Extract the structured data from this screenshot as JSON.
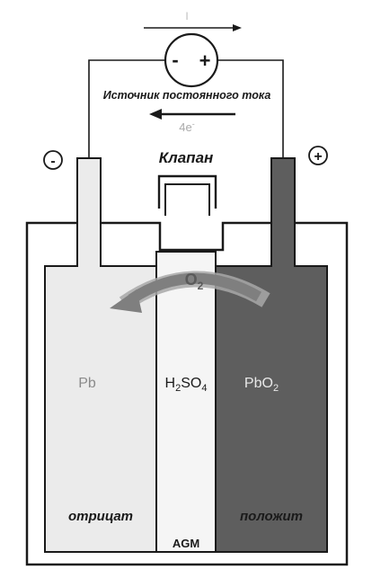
{
  "labels": {
    "current": "I",
    "source": "Источник постоянного тока",
    "electrons": "4e",
    "electron_sup": "-",
    "valve": "Клапан",
    "minus": "-",
    "plus": "+",
    "source_minus": "-",
    "source_plus": "+",
    "oxygen": "O",
    "oxygen_sub": "2",
    "lead": "Pb",
    "acid": {
      "h": "H",
      "h_sub": "2",
      "so": "SO",
      "so_sub": "4"
    },
    "dioxide": {
      "main": "PbO",
      "sub": "2"
    },
    "negative": "отрицат",
    "positive": "положит",
    "separator": "AGM"
  },
  "colors": {
    "outline": "#1a1a1a",
    "negative_plate": "#ebebeb",
    "positive_plate": "#5e5e5e",
    "separator": "#f5f5f5",
    "arrow": "#7f7f7f",
    "arrow_light": "#a8a8a8",
    "label_text": "#8a8a8a",
    "light_text": "#e8e8e8"
  },
  "icons": {
    "source": "dc-source-icon",
    "negative": "minus-circle-icon",
    "positive": "plus-circle-icon"
  }
}
